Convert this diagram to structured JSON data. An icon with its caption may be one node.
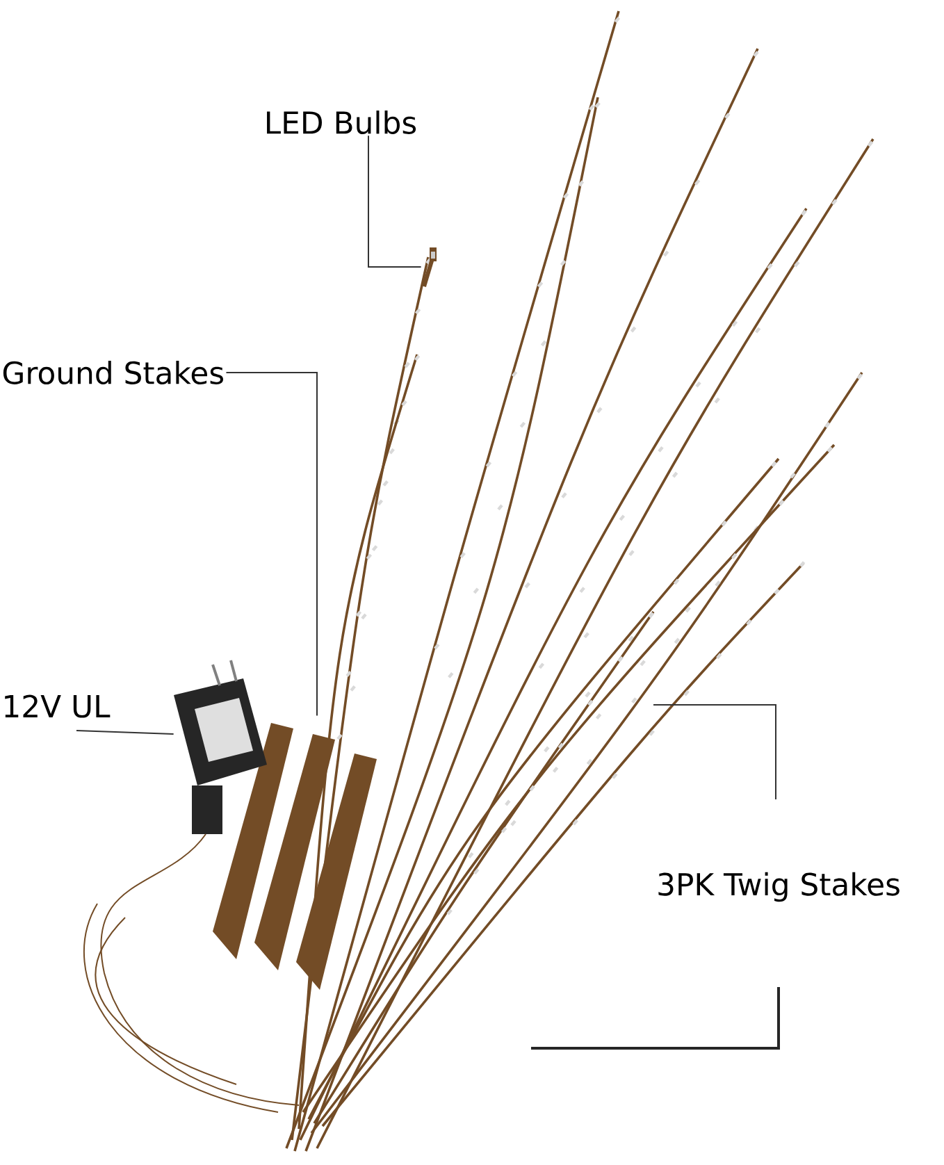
{
  "diagram": {
    "nodes": [
      {
        "text": [
          "LED Bulbs"
        ]
      },
      {
        "text": [],
        "shape": "picture"
      },
      {
        "text": [
          "Ground Stakes"
        ]
      },
      {
        "text": [],
        "shape": "picture"
      },
      {
        "text": [
          "12V UL"
        ]
      },
      {
        "text": [],
        "shape": "picture"
      }
    ],
    "edges": [
      {
        "from": 0,
        "to": 1,
        "arrow": "none"
      },
      {
        "from": 2,
        "to": 3,
        "arrow": "none"
      },
      {
        "from": 4,
        "to": 5,
        "arrow": "none"
      }
    ],
    "labels": [
      "3PK Twig Stakes"
    ]
  }
}
